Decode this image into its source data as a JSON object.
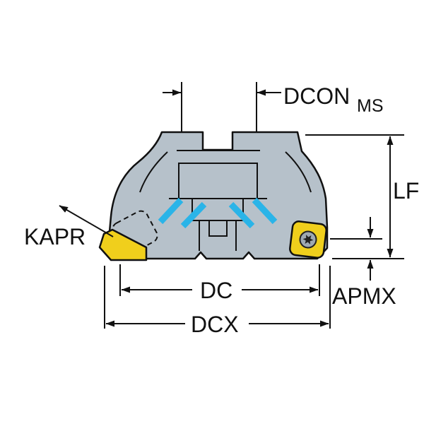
{
  "labels": {
    "dconms_main": "DCON",
    "dconms_sub": "MS",
    "lf": "LF",
    "kapr": "KAPR",
    "dc": "DC",
    "dcx": "DCX",
    "apmx": "APMX"
  },
  "colors": {
    "body": "#b6c1ca",
    "insert": "#f0cf1c",
    "flute": "#2ab4e8",
    "screw": "#9fa9b2",
    "line": "#111111"
  }
}
